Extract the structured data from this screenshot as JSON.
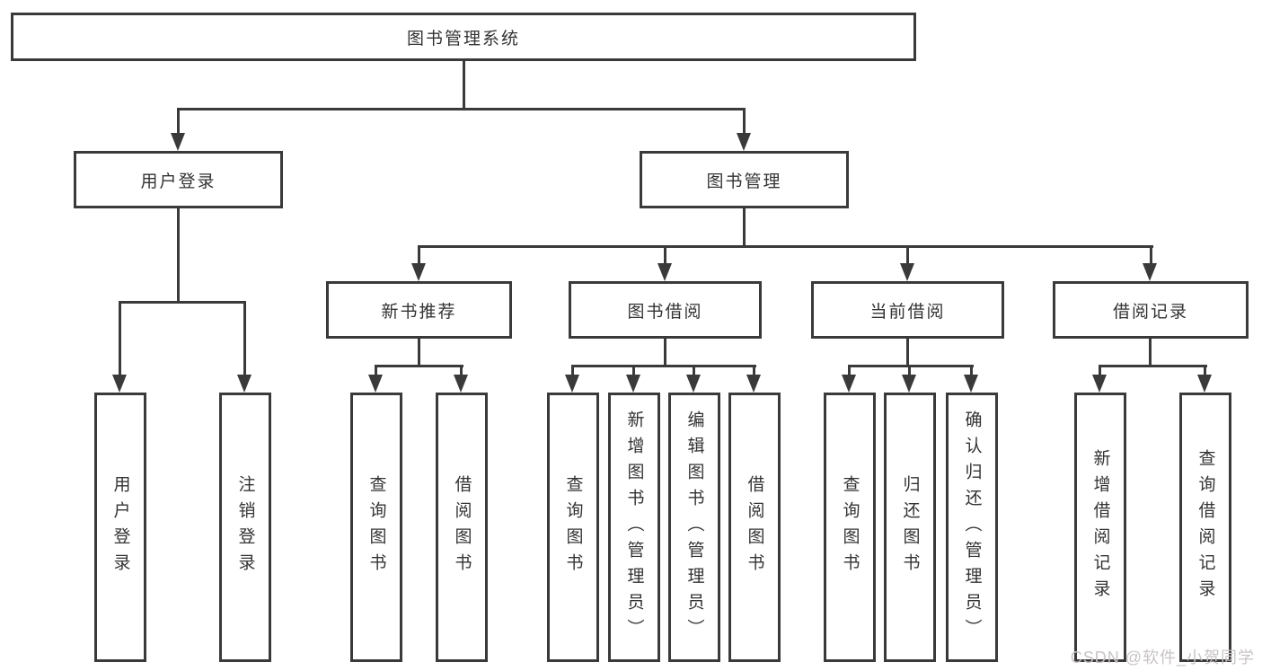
{
  "diagram": {
    "root": {
      "label": "图书管理系统"
    },
    "level1": [
      {
        "label": "用户登录"
      },
      {
        "label": "图书管理"
      }
    ],
    "level2": [
      {
        "label": "新书推荐"
      },
      {
        "label": "图书借阅"
      },
      {
        "label": "当前借阅"
      },
      {
        "label": "借阅记录"
      }
    ],
    "leaf_groups": [
      {
        "items": [
          "用户登录",
          "注销登录"
        ]
      },
      {
        "items": [
          "查询图书",
          "借阅图书"
        ]
      },
      {
        "items": [
          "查询图书",
          "新增图书（管理员）",
          "编辑图书（管理员）",
          "借阅图书"
        ]
      },
      {
        "items": [
          "查询图书",
          "归还图书",
          "确认归还（管理员）"
        ]
      },
      {
        "items": [
          "新增借阅记录",
          "查询借阅记录"
        ]
      }
    ]
  },
  "watermark": {
    "text": "CSDN @软件_小贺同学"
  },
  "colors": {
    "line": "#3a3a3a",
    "text": "#333333",
    "watermark": "#c9c4c4",
    "background": "#ffffff"
  }
}
